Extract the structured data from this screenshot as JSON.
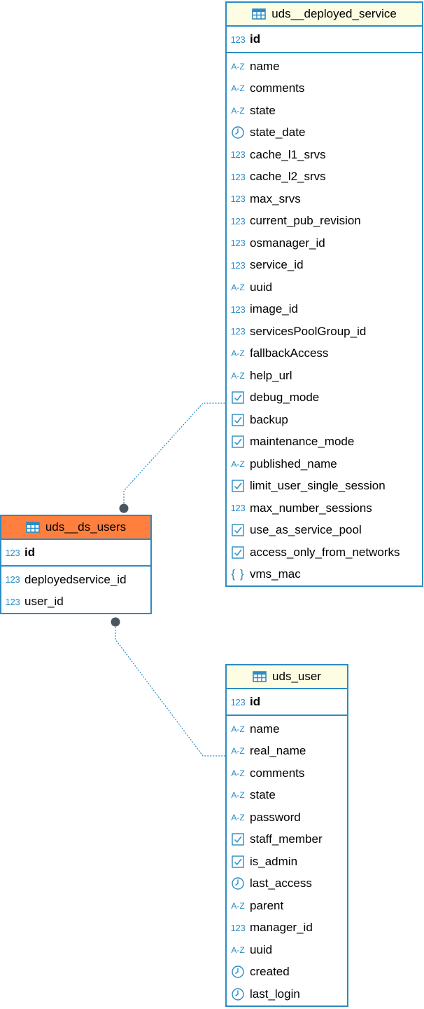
{
  "colors": {
    "border": "#2a8cc4",
    "header_default": "#fdfde3",
    "header_selected": "#ff7f3f",
    "icon": "#2a8cc4",
    "connector": "#2a8cc4",
    "connector_dot": "#4a5560"
  },
  "type_icons": {
    "number": "123",
    "string": "A-Z",
    "datetime": "clock-icon",
    "boolean": "checkbox-icon",
    "json": "{ }"
  },
  "tables": {
    "deployed_service": {
      "name": "uds__deployed_service",
      "pk": {
        "name": "id",
        "type": "number"
      },
      "columns": [
        {
          "name": "name",
          "type": "string"
        },
        {
          "name": "comments",
          "type": "string"
        },
        {
          "name": "state",
          "type": "string"
        },
        {
          "name": "state_date",
          "type": "datetime"
        },
        {
          "name": "cache_l1_srvs",
          "type": "number"
        },
        {
          "name": "cache_l2_srvs",
          "type": "number"
        },
        {
          "name": "max_srvs",
          "type": "number"
        },
        {
          "name": "current_pub_revision",
          "type": "number"
        },
        {
          "name": "osmanager_id",
          "type": "number"
        },
        {
          "name": "service_id",
          "type": "number"
        },
        {
          "name": "uuid",
          "type": "string"
        },
        {
          "name": "image_id",
          "type": "number"
        },
        {
          "name": "servicesPoolGroup_id",
          "type": "number"
        },
        {
          "name": "fallbackAccess",
          "type": "string"
        },
        {
          "name": "help_url",
          "type": "string"
        },
        {
          "name": "debug_mode",
          "type": "boolean"
        },
        {
          "name": "backup",
          "type": "boolean"
        },
        {
          "name": "maintenance_mode",
          "type": "boolean"
        },
        {
          "name": "published_name",
          "type": "string"
        },
        {
          "name": "limit_user_single_session",
          "type": "boolean"
        },
        {
          "name": "max_number_sessions",
          "type": "number"
        },
        {
          "name": "use_as_service_pool",
          "type": "boolean"
        },
        {
          "name": "access_only_from_networks",
          "type": "boolean"
        },
        {
          "name": "vms_mac",
          "type": "json"
        }
      ]
    },
    "ds_users": {
      "name": "uds__ds_users",
      "pk": {
        "name": "id",
        "type": "number"
      },
      "columns": [
        {
          "name": "deployedservice_id",
          "type": "number"
        },
        {
          "name": "user_id",
          "type": "number"
        }
      ]
    },
    "user": {
      "name": "uds_user",
      "pk": {
        "name": "id",
        "type": "number"
      },
      "columns": [
        {
          "name": "name",
          "type": "string"
        },
        {
          "name": "real_name",
          "type": "string"
        },
        {
          "name": "comments",
          "type": "string"
        },
        {
          "name": "state",
          "type": "string"
        },
        {
          "name": "password",
          "type": "string"
        },
        {
          "name": "staff_member",
          "type": "boolean"
        },
        {
          "name": "is_admin",
          "type": "boolean"
        },
        {
          "name": "last_access",
          "type": "datetime"
        },
        {
          "name": "parent",
          "type": "string"
        },
        {
          "name": "manager_id",
          "type": "number"
        },
        {
          "name": "uuid",
          "type": "string"
        },
        {
          "name": "created",
          "type": "datetime"
        },
        {
          "name": "last_login",
          "type": "datetime"
        }
      ]
    }
  },
  "relations": [
    {
      "from": "uds__ds_users",
      "to": "uds__deployed_service"
    },
    {
      "from": "uds__ds_users",
      "to": "uds_user"
    }
  ]
}
